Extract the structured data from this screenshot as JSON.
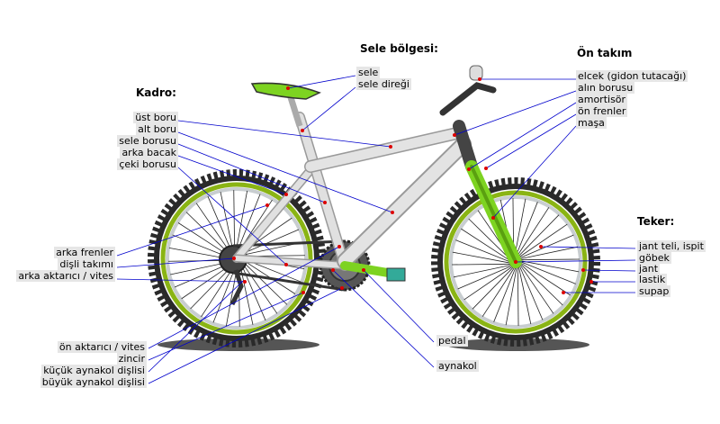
{
  "headings": {
    "frame": "Kadro:",
    "saddle": "Sele bölgesi:",
    "front": "Ön takım",
    "wheel": "Teker:"
  },
  "labels": {
    "saddle": [
      "sele",
      "sele direği"
    ],
    "front": [
      "elcek (gidon tutacağı)",
      "alın borusu",
      "amortisör",
      "ön frenler",
      "maşa"
    ],
    "frame": [
      "üst boru",
      "alt boru",
      "sele borusu",
      "arka bacak",
      "çeki borusu"
    ],
    "rear": [
      "arka frenler",
      "dişli takımı",
      "arka aktarıcı / vites"
    ],
    "wheel": [
      "jant teli, ispit",
      "göbek",
      "jant",
      "lastik",
      "supap"
    ],
    "drive": [
      "ön aktarıcı / vites",
      "zincir",
      "küçük aynakol dişlisi",
      "büyük aynakol dişlisi"
    ],
    "pedal": [
      "pedal",
      "aynakol"
    ]
  },
  "colors": {
    "tyre": "#2a2a2a",
    "tread": "#8ab414",
    "rim": "#c8cdd0",
    "frame": "#d8d8d8",
    "accent": "#7dd321",
    "leader": "#0000cc",
    "point": "#dd0000",
    "shadow": "#555555"
  }
}
